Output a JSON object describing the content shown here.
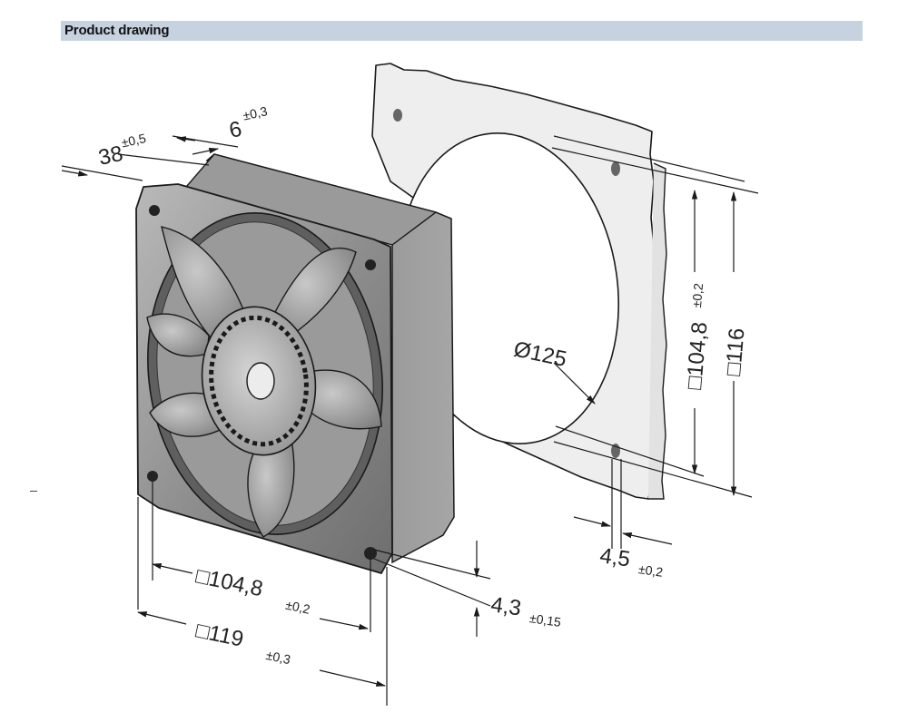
{
  "header": {
    "title": "Product drawing"
  },
  "dimensions": {
    "depth": {
      "value": "38",
      "tolerance": "±0,5"
    },
    "flange": {
      "value": "6",
      "tolerance": "±0,3"
    },
    "hole_spacing_front": {
      "value": "□104,8",
      "tolerance": "±0,2"
    },
    "frame_size": {
      "value": "□119",
      "tolerance": "±0,3"
    },
    "hole_diameter": {
      "value": "4,3",
      "tolerance": "±0,15"
    },
    "cutout_hole_diameter": {
      "value": "4,5",
      "tolerance": "±0,2"
    },
    "cutout_diameter": {
      "value": "Ø125"
    },
    "cutout_hole_spacing": {
      "value": "□104,8",
      "tolerance": "±0,2"
    },
    "cutout_size": {
      "value": "□116"
    }
  },
  "colors": {
    "header_bar": "#c6d2df",
    "line": "#1a1a1a",
    "fan_metal": "#8c8c8c",
    "panel": "#eeeeee"
  }
}
